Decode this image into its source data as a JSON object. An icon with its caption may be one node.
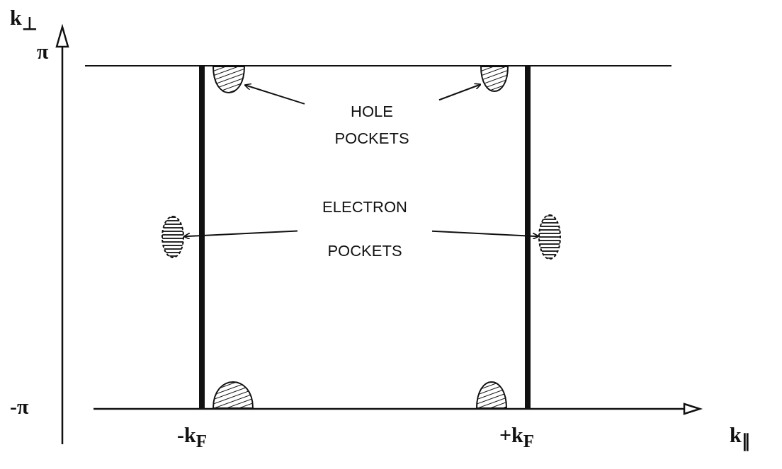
{
  "diagram": {
    "nodes": [
      {
        "text": [],
        "shape": "oval"
      },
      {
        "text": [],
        "shape": "oval"
      },
      {
        "text": [
          "HOLE POCKETS"
        ]
      },
      {
        "text": [],
        "shape": "oval"
      },
      {
        "text": [
          "ELECTRON POCKETS"
        ]
      },
      {
        "text": [],
        "shape": "oval"
      },
      {
        "text": [],
        "shape": "oval"
      },
      {
        "text": [],
        "shape": "oval"
      }
    ],
    "edges": [
      {
        "from": 2,
        "to": 0,
        "arrow": "to"
      },
      {
        "from": 2,
        "to": 1,
        "arrow": "to"
      },
      {
        "from": 4,
        "to": 3,
        "arrow": "to"
      },
      {
        "from": 4,
        "to": 5,
        "arrow": "to"
      }
    ],
    "labels": [
      "k$_{⊥}$",
      "π",
      "-π",
      "-k$_{F}$",
      "+k$_{F}$",
      "k$_{∥}$"
    ]
  }
}
